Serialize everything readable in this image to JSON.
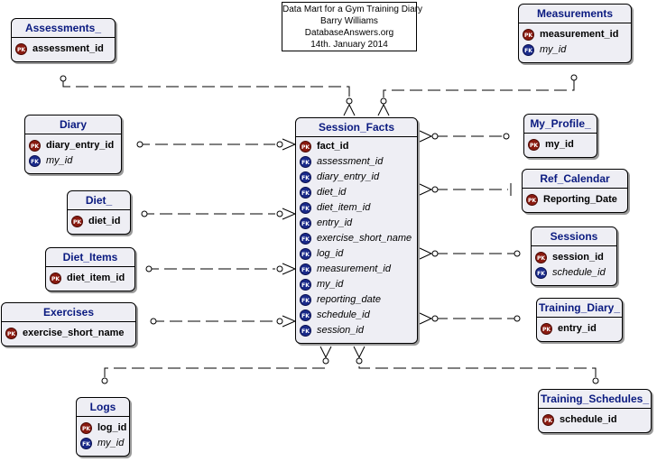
{
  "caption": {
    "line1": "Data Mart for a Gym Training Diary",
    "line2": "Barry Williams",
    "line3": "DatabaseAnswers.org",
    "line4": "14th. January 2014"
  },
  "badges": {
    "pk": "PK",
    "fk": "FK"
  },
  "entities": {
    "assessments": {
      "title": "Assessments_",
      "attrs": [
        {
          "name": "assessment_id",
          "key": "PK"
        }
      ]
    },
    "measurements": {
      "title": "Measurements",
      "attrs": [
        {
          "name": "measurement_id",
          "key": "PK"
        },
        {
          "name": "my_id",
          "key": "FK"
        }
      ]
    },
    "diary": {
      "title": "Diary",
      "attrs": [
        {
          "name": "diary_entry_id",
          "key": "PK"
        },
        {
          "name": "my_id",
          "key": "FK"
        }
      ]
    },
    "diet": {
      "title": "Diet_",
      "attrs": [
        {
          "name": "diet_id",
          "key": "PK"
        }
      ]
    },
    "diet_items": {
      "title": "Diet_Items",
      "attrs": [
        {
          "name": "diet_item_id",
          "key": "PK"
        }
      ]
    },
    "exercises": {
      "title": "Exercises",
      "attrs": [
        {
          "name": "exercise_short_name",
          "key": "PK"
        }
      ]
    },
    "logs": {
      "title": "Logs",
      "attrs": [
        {
          "name": "log_id",
          "key": "PK"
        },
        {
          "name": "my_id",
          "key": "FK"
        }
      ]
    },
    "session_facts": {
      "title": "Session_Facts",
      "attrs": [
        {
          "name": "fact_id",
          "key": "PK"
        },
        {
          "name": "assessment_id",
          "key": "FK"
        },
        {
          "name": "diary_entry_id",
          "key": "FK"
        },
        {
          "name": "diet_id",
          "key": "FK"
        },
        {
          "name": "diet_item_id",
          "key": "FK"
        },
        {
          "name": "entry_id",
          "key": "FK"
        },
        {
          "name": "exercise_short_name",
          "key": "FK"
        },
        {
          "name": "log_id",
          "key": "FK"
        },
        {
          "name": "measurement_id",
          "key": "FK"
        },
        {
          "name": "my_id",
          "key": "FK"
        },
        {
          "name": "reporting_date",
          "key": "FK"
        },
        {
          "name": "schedule_id",
          "key": "FK"
        },
        {
          "name": "session_id",
          "key": "FK"
        }
      ]
    },
    "my_profile": {
      "title": "My_Profile_",
      "attrs": [
        {
          "name": "my_id",
          "key": "PK"
        }
      ]
    },
    "ref_calendar": {
      "title": "Ref_Calendar",
      "attrs": [
        {
          "name": "Reporting_Date",
          "key": "PK"
        }
      ]
    },
    "sessions": {
      "title": "Sessions",
      "attrs": [
        {
          "name": "session_id",
          "key": "PK"
        },
        {
          "name": "schedule_id",
          "key": "FK"
        }
      ]
    },
    "training_diary": {
      "title": "Training_Diary_",
      "attrs": [
        {
          "name": "entry_id",
          "key": "PK"
        }
      ]
    },
    "training_schedules": {
      "title": "Training_Schedules_",
      "attrs": [
        {
          "name": "schedule_id",
          "key": "PK"
        }
      ]
    }
  }
}
